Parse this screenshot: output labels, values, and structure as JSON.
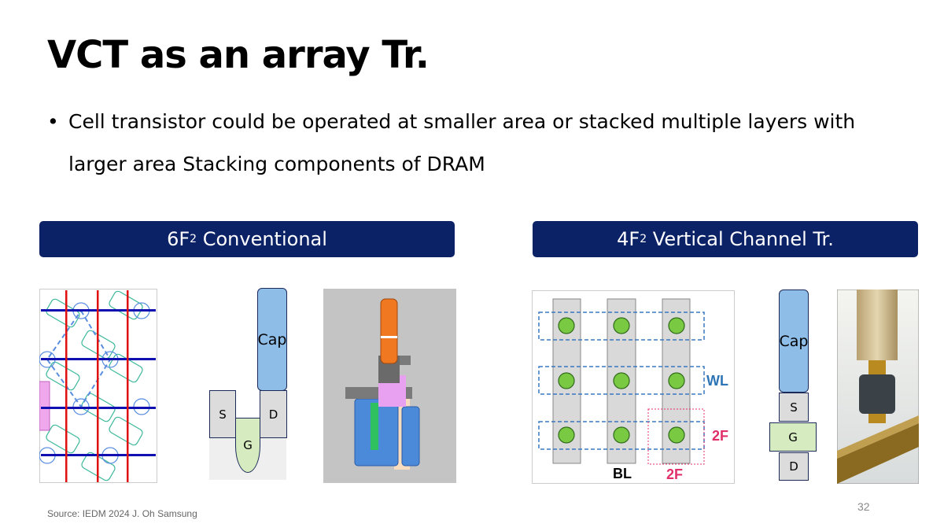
{
  "title": "VCT as an array Tr.",
  "bullet": "Cell transistor could be operated at smaller area or stacked multiple layers with larger area Stacking components of DRAM",
  "bullet_marker": "•",
  "left_banner": {
    "prefix": "6F",
    "sup": "2",
    "suffix": " Conventional"
  },
  "right_banner": {
    "prefix": "4F",
    "sup": "2",
    "suffix": " Vertical Channel Tr."
  },
  "left_cell": {
    "cap": "Cap",
    "s": "S",
    "d": "D",
    "g": "G"
  },
  "right_cell": {
    "cap": "Cap",
    "s": "S",
    "g": "G",
    "d": "D"
  },
  "vct_layout": {
    "wl": "WL",
    "bl": "BL",
    "f_vertical": "2F",
    "f_horizontal": "2F"
  },
  "source": "Source: IEDM 2024 J. Oh Samsung",
  "page_number": "32"
}
